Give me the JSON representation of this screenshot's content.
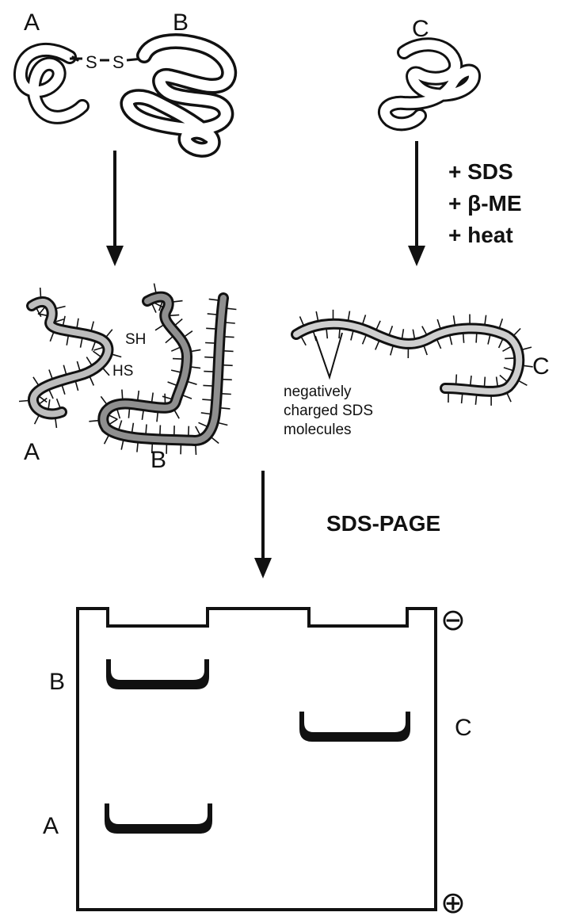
{
  "native_proteins": {
    "a": "A",
    "b": "B",
    "c": "C",
    "bond_s1": "S",
    "bond_s2": "S"
  },
  "reagents": [
    "+ SDS",
    "+ β-ME",
    "+ heat"
  ],
  "denatured": {
    "a": "A",
    "b": "B",
    "c": "C",
    "sh": "SH",
    "hs": "HS",
    "annotation": [
      "negatively",
      "charged SDS",
      "molecules"
    ]
  },
  "method": "SDS-PAGE",
  "gel": {
    "cathode_symbol": "⊖",
    "anode_symbol": "⊕",
    "band_b": "B",
    "band_c": "C",
    "band_a": "A"
  }
}
